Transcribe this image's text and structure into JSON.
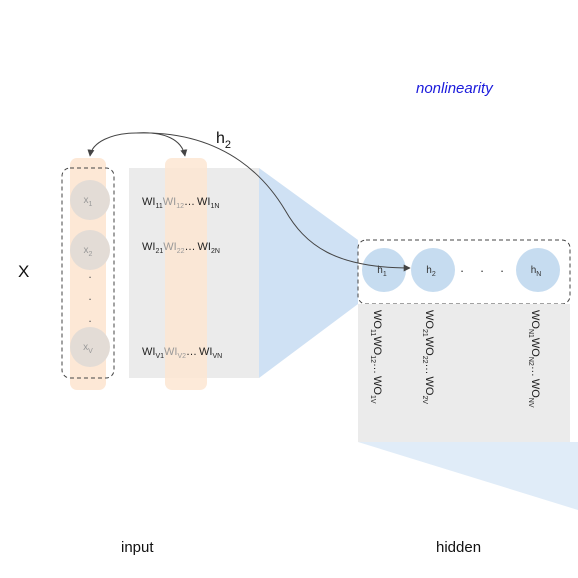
{
  "labels": {
    "x": "X",
    "annotation": "nonlinearity",
    "hidden_arrow": "h",
    "hidden_arrow_sub": "2",
    "input": "input",
    "hidden": "hidden"
  },
  "colors": {
    "accent_text": "#1a1adb",
    "highlight_fill": "#fde6d2",
    "node_gray": "#e3dcd6",
    "node_blue": "#c6dcf0",
    "matrix_fill": "#ebebeb",
    "projection_blue": "#cfe1f4",
    "projection_blue_light": "#e0ecf8",
    "stroke_dark": "#444444"
  },
  "input_nodes": [
    {
      "base": "x",
      "sub": "1"
    },
    {
      "base": "x",
      "sub": "2"
    },
    {
      "base": "x",
      "sub": "V"
    }
  ],
  "input_dots": ".",
  "wi_rows": [
    [
      "WI",
      "11",
      "WI",
      "12",
      "…",
      "WI",
      "1N"
    ],
    [
      "WI",
      "21",
      "WI",
      "22",
      "…",
      "WI",
      "2N"
    ],
    [
      "WI",
      "V1",
      "WI",
      "V2",
      "…",
      "WI",
      "VN"
    ]
  ],
  "hidden_nodes": [
    {
      "base": "h",
      "sub": "1"
    },
    {
      "base": "h",
      "sub": "2"
    },
    {
      "base": "h",
      "sub": "N"
    }
  ],
  "hidden_dots": ".",
  "wo_columns": [
    [
      "WO",
      "11",
      "WO",
      "12",
      "…",
      "WO",
      "1V"
    ],
    [
      "WO",
      "21",
      "WO",
      "22",
      "…",
      "WO",
      "2V"
    ],
    [
      "WO",
      "N1",
      "WO",
      "N2",
      "…",
      "WO",
      "NV"
    ]
  ]
}
